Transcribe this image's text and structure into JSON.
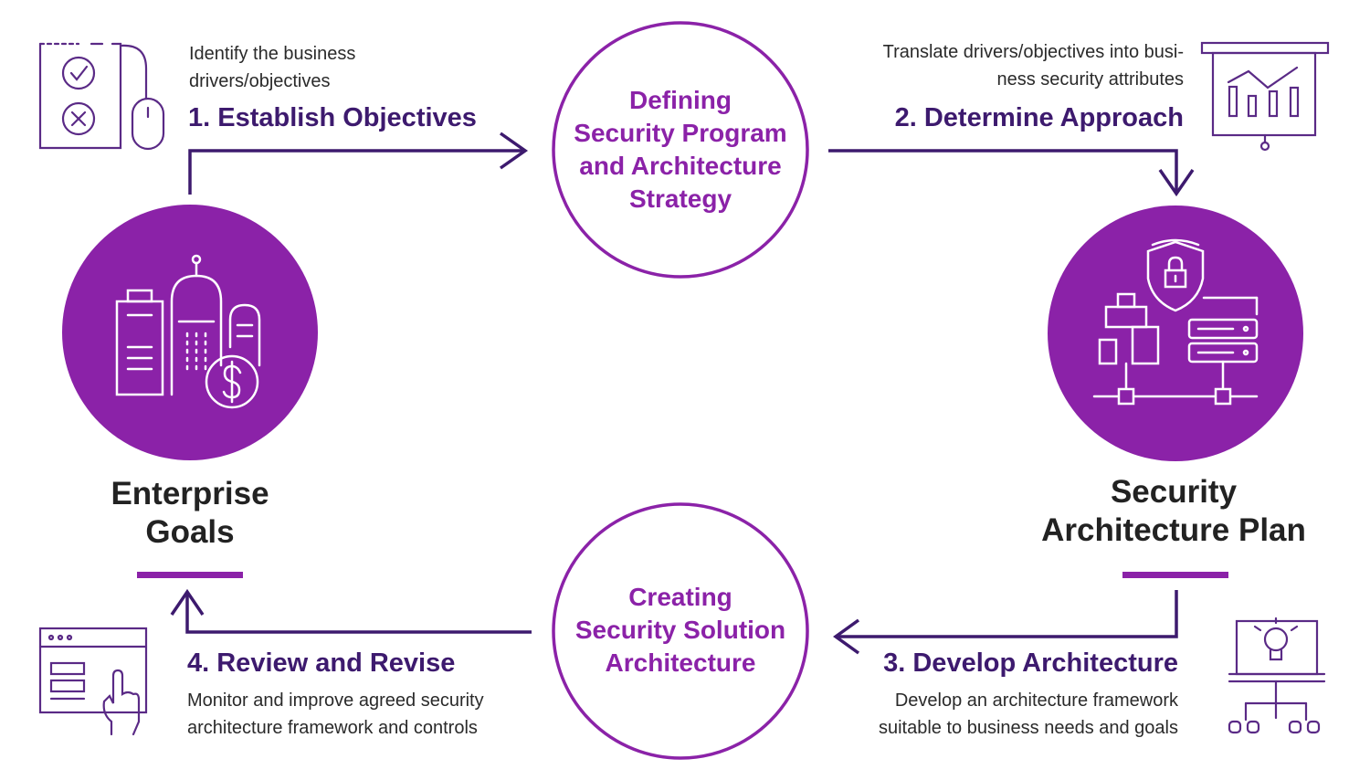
{
  "colors": {
    "purple": "#8b22a8",
    "dark_purple": "#3d1a6e",
    "text": "#2a2a2a",
    "title": "#222222"
  },
  "steps": [
    {
      "title": "1. Establish Objectives",
      "desc_lines": [
        "Identify the business",
        "drivers/objectives"
      ],
      "icon": "checklist-icon"
    },
    {
      "title": "2. Determine Approach",
      "desc_lines": [
        "Translate drivers/objectives into busi-",
        "ness security attributes"
      ],
      "icon": "presentation-chart-icon"
    },
    {
      "title": "3. Develop Architecture",
      "desc_lines": [
        "Develop an architecture framework",
        "suitable to business needs and goals"
      ],
      "icon": "idea-network-icon"
    },
    {
      "title": "4. Review and Revise",
      "desc_lines": [
        "Monitor and improve agreed security",
        "architecture framework and controls"
      ],
      "icon": "browser-click-icon"
    }
  ],
  "circles": {
    "top": [
      "Defining",
      "Security Program",
      "and Architecture",
      "Strategy"
    ],
    "bottom": [
      "Creating",
      "Security Solution",
      "Architecture"
    ]
  },
  "nodes": {
    "left": {
      "lines": [
        "Enterprise",
        "Goals"
      ],
      "icon": "city-dollar-icon"
    },
    "right": {
      "lines": [
        "Security",
        "Architecture Plan"
      ],
      "icon": "security-infrastructure-icon"
    }
  }
}
